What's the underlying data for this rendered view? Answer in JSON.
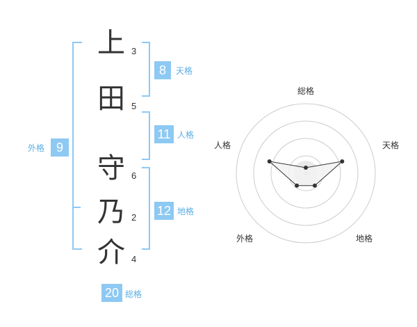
{
  "name_characters": [
    {
      "char": "上",
      "strokes": "3"
    },
    {
      "char": "田",
      "strokes": "5"
    },
    {
      "char": "守",
      "strokes": "6"
    },
    {
      "char": "乃",
      "strokes": "2"
    },
    {
      "char": "介",
      "strokes": "4"
    }
  ],
  "kakusu": {
    "tenkaku": {
      "value": "8",
      "label": "天格"
    },
    "jinkaku": {
      "value": "11",
      "label": "人格"
    },
    "chikaku": {
      "value": "12",
      "label": "地格"
    },
    "gaikaku": {
      "value": "9",
      "label": "外格"
    },
    "soukaku": {
      "value": "20",
      "label": "総格"
    }
  },
  "radar": {
    "axes": [
      "総格",
      "天格",
      "地格",
      "外格",
      "人格"
    ],
    "values": [
      0.08,
      0.55,
      0.22,
      0.22,
      0.55
    ],
    "rings": 4,
    "colors": {
      "ring": "#cccccc",
      "fill": "#f2f2f2",
      "line": "#333333",
      "point": "#333333",
      "center": "#cccccc"
    }
  },
  "colors": {
    "accent": "#8dc9f3",
    "accent_text": "#5aaee3"
  }
}
